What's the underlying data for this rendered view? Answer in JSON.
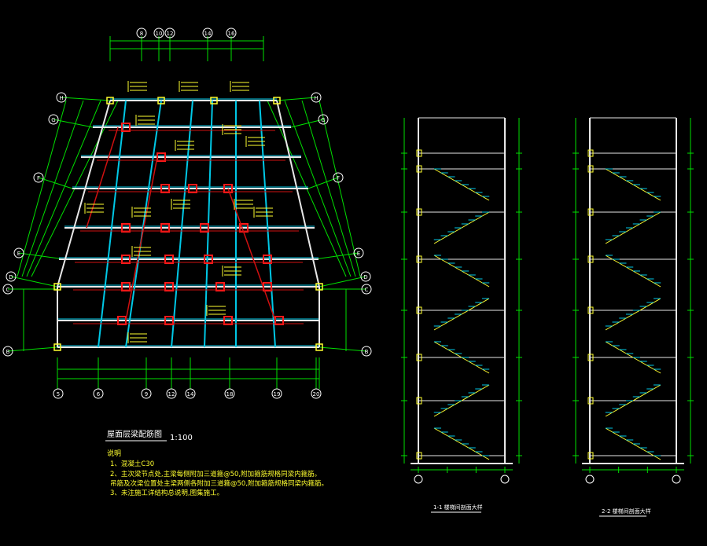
{
  "colors": {
    "background": "#000000",
    "grid_green": "#00e000",
    "beam_cyan": "#00c8e6",
    "beam_white": "#e8e8e8",
    "column_red": "#ff1a1a",
    "note_yellow": "#ffff30",
    "rebar_red": "#d01010",
    "bubble": "#ffffff"
  },
  "plan": {
    "axis_top": [
      "8",
      "10",
      "12",
      "14",
      "16"
    ],
    "axis_bottom": [
      "5",
      "6",
      "9",
      "12",
      "14",
      "18",
      "19",
      "20"
    ],
    "axis_left": [
      "H",
      "G",
      "F",
      "E",
      "D",
      "C",
      "B"
    ],
    "axis_right": [
      "H",
      "G",
      "F",
      "E",
      "D",
      "C",
      "B"
    ],
    "title": "屋面层梁配筋图",
    "scale": "1:100",
    "notes_heading": "说明",
    "notes": [
      "1、混凝土C30",
      "2、主次梁节点处,主梁每侧附加三道箍@50,附加箍筋规格同梁内箍筋。",
      "   吊筋及次梁位置处主梁两侧各附加三道箍@50,附加箍筋规格同梁内箍筋。",
      "3、未注施工详结构总说明,图集施工。"
    ]
  },
  "sections": [
    {
      "caption": "1-1 楼梯间剖面大样"
    },
    {
      "caption": "2-2 楼梯间剖面大样"
    }
  ]
}
